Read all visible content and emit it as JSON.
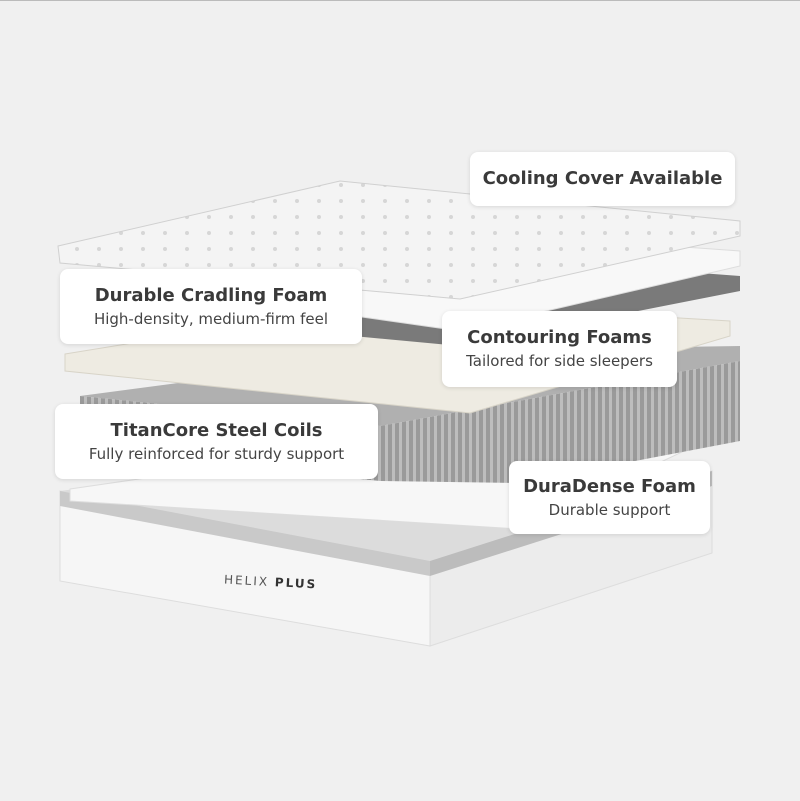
{
  "brand": {
    "name": "HELIX",
    "model": "PLUS"
  },
  "callouts": [
    {
      "title": "Cooling Cover Available",
      "subtitle": ""
    },
    {
      "title": "Durable Cradling Foam",
      "subtitle": "High-density, medium-firm feel"
    },
    {
      "title": "Contouring Foams",
      "subtitle": "Tailored for side sleepers"
    },
    {
      "title": "TitanCore Steel Coils",
      "subtitle": "Fully reinforced for sturdy support"
    },
    {
      "title": "DuraDense Foam",
      "subtitle": "Durable support"
    }
  ]
}
